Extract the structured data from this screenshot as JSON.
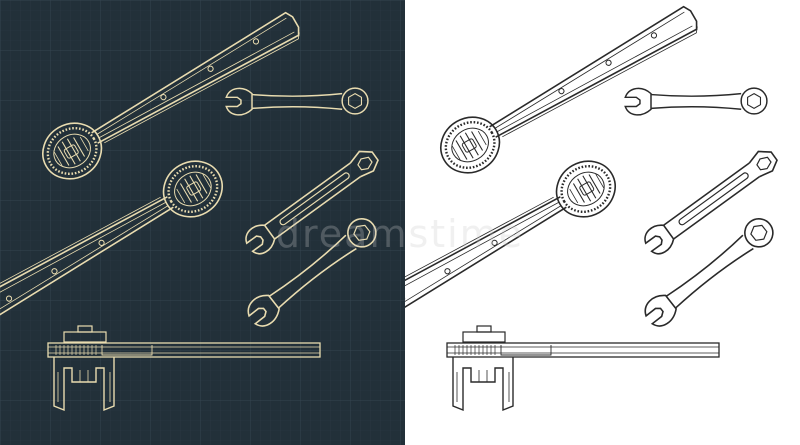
{
  "watermark_text": "dreamstime",
  "colors": {
    "dark_bg": "#223039",
    "grid_minor": "#2c3a45",
    "grid_major": "#34444f",
    "line_dark": "#e9dcb0",
    "light_bg": "#ffffff",
    "line_light": "#2a2a2a"
  },
  "panels": [
    "dark-blueprint",
    "light-line-drawing"
  ],
  "icons": [
    "ratchet-wrench-icon",
    "combination-wrench-icon",
    "flat-wrench-icon"
  ]
}
